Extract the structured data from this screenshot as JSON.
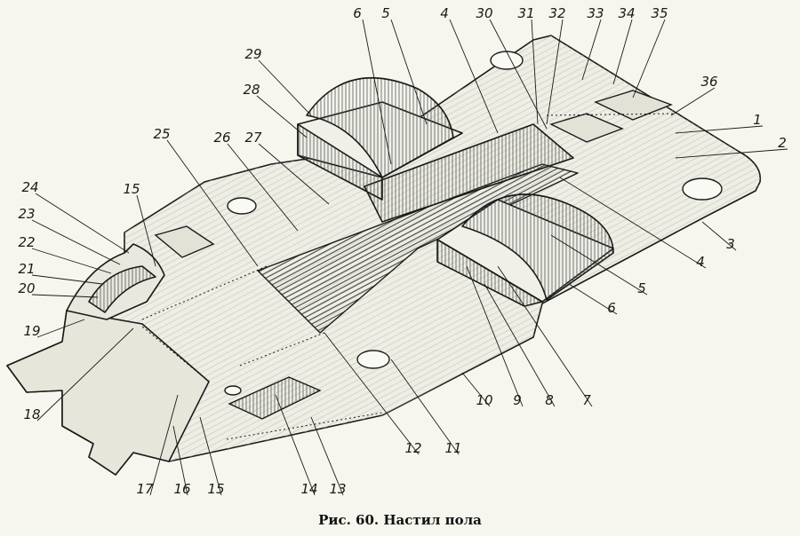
{
  "caption": "Рис. 60. Настил пола",
  "colors": {
    "ink": "#1a1a1a",
    "paper": "#f6f6ee",
    "plate": "#eeeee4",
    "hatch": "#555555"
  },
  "callouts": [
    "1",
    "2",
    "3",
    "4",
    "4",
    "5",
    "5",
    "6",
    "6",
    "7",
    "8",
    "9",
    "10",
    "11",
    "12",
    "13",
    "14",
    "15",
    "15",
    "16",
    "17",
    "18",
    "19",
    "20",
    "21",
    "22",
    "23",
    "24",
    "25",
    "26",
    "27",
    "28",
    "29",
    "30",
    "31",
    "32",
    "33",
    "34",
    "35",
    "36"
  ]
}
